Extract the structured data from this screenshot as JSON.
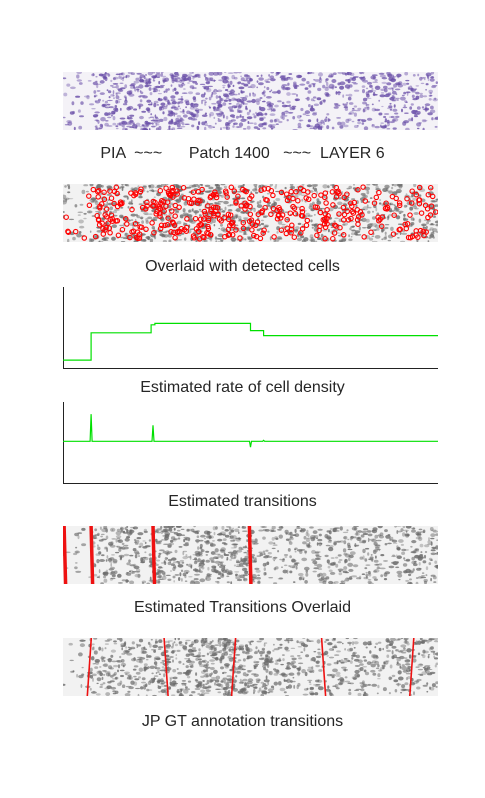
{
  "captions": {
    "patch_header": "PIA  ~~~      Patch 1400   ~~~  LAYER 6",
    "overlay_cells": "Overlaid with detected cells",
    "density_plot": "Estimated rate of cell density",
    "transitions_plot": "Estimated transitions",
    "transitions_overlay": "Estimated Transitions Overlaid",
    "gt_annotation": "JP GT annotation transitions"
  },
  "colors": {
    "stain": "#6a4fa8",
    "gray_cells": "#6b6b6b",
    "detection_marker": "#ff0000",
    "signal_line": "#00e000",
    "transition_line": "#ee1111"
  },
  "density_signal": {
    "segments": [
      {
        "x_start": 0.0,
        "x_end": 0.075,
        "level": 0.04
      },
      {
        "x_start": 0.075,
        "x_end": 0.235,
        "level": 0.42
      },
      {
        "x_start": 0.235,
        "x_end": 0.245,
        "level": 0.53
      },
      {
        "x_start": 0.245,
        "x_end": 0.5,
        "level": 0.55
      },
      {
        "x_start": 0.5,
        "x_end": 0.535,
        "level": 0.45
      },
      {
        "x_start": 0.535,
        "x_end": 1.0,
        "level": 0.38
      }
    ]
  },
  "transitions_signal": {
    "baseline": 0.35,
    "spikes": [
      {
        "x": 0.075,
        "height": 0.85
      },
      {
        "x": 0.24,
        "height": 0.5
      },
      {
        "x": 0.5,
        "height": 0.18
      },
      {
        "x": 0.535,
        "height": 0.03
      }
    ]
  },
  "estimated_transitions": [
    0.003,
    0.075,
    0.24,
    0.497
  ],
  "gt_transitions": [
    0.07,
    0.275,
    0.455,
    0.695,
    0.93
  ]
}
